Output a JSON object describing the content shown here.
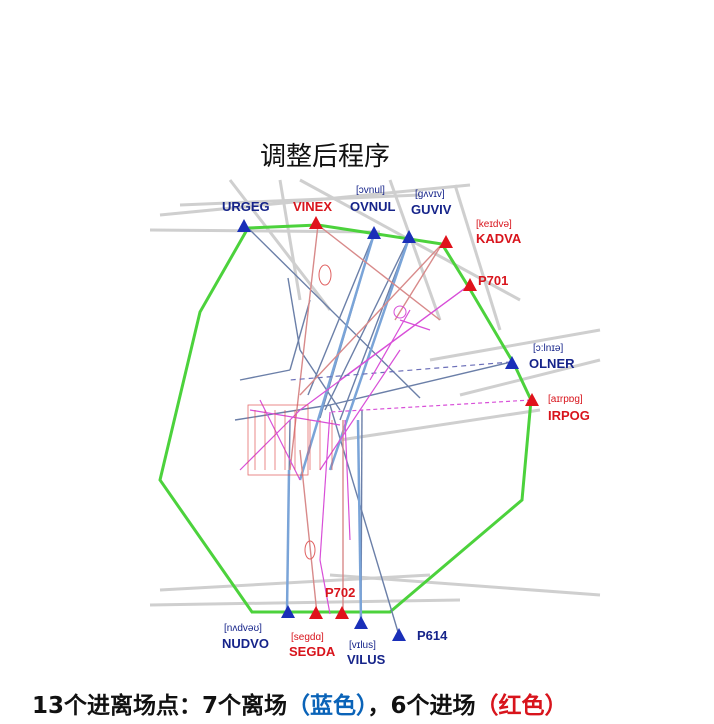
{
  "title": "调整后程序",
  "caption": {
    "main": "13个进离场点：7个离场",
    "blue_label": "（蓝色）",
    "separator": "，6个进场",
    "red_label": "（红色）"
  },
  "colors": {
    "departure": "#1a2fb8",
    "arrival": "#e0121b",
    "departure_text": "#16248a",
    "arrival_text": "#d8141c",
    "boundary": "#4cd23c",
    "background_routes": "#c8c8c8",
    "magenta_routes": "#d84fd8",
    "steel_routes": "#6b7fa8"
  },
  "waypoints": [
    {
      "name": "URGEG",
      "type": "departure",
      "phonetic": ""
    },
    {
      "name": "VINEX",
      "type": "arrival",
      "phonetic": ""
    },
    {
      "name": "OVNUL",
      "type": "departure",
      "phonetic": "[ɔvnul]"
    },
    {
      "name": "GUVIV",
      "type": "departure",
      "phonetic": "[gʌvɪv]"
    },
    {
      "name": "KADVA",
      "type": "arrival",
      "phonetic": "[keɪdvə]"
    },
    {
      "name": "P701",
      "type": "arrival",
      "phonetic": ""
    },
    {
      "name": "OLNER",
      "type": "departure",
      "phonetic": "[ɔ:lnɪə]"
    },
    {
      "name": "IRPOG",
      "type": "arrival",
      "phonetic": "[aɪrpɒg]"
    },
    {
      "name": "NUDVO",
      "type": "departure",
      "phonetic": "[nʌdvəʊ]"
    },
    {
      "name": "SEGDA",
      "type": "arrival",
      "phonetic": "[segdɑ]"
    },
    {
      "name": "P702",
      "type": "arrival",
      "phonetic": ""
    },
    {
      "name": "VILUS",
      "type": "departure",
      "phonetic": "[vɪlus]"
    },
    {
      "name": "P614",
      "type": "departure",
      "phonetic": ""
    }
  ]
}
